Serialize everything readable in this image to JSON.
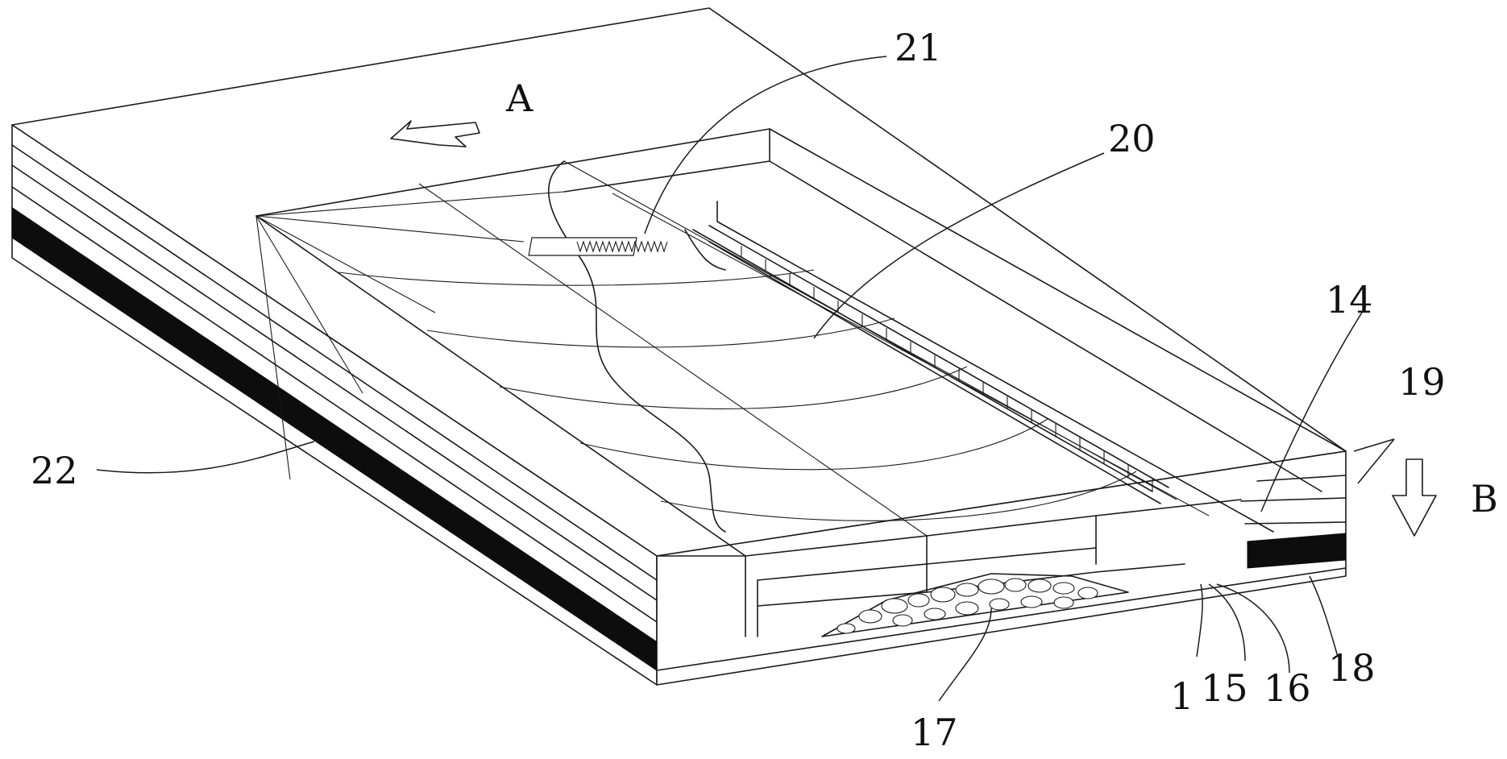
{
  "figure": {
    "callouts": {
      "label_21": "21",
      "label_A": "A",
      "label_20": "20",
      "label_14": "14",
      "label_19": "19",
      "label_B": "B",
      "label_22": "22",
      "label_17": "17",
      "label_1": "1",
      "label_15": "15",
      "label_16": "16",
      "label_18": "18"
    },
    "colors": {
      "line": "#1a1a1a",
      "dark_layer": "#0d0d0d",
      "background": "#ffffff"
    }
  }
}
